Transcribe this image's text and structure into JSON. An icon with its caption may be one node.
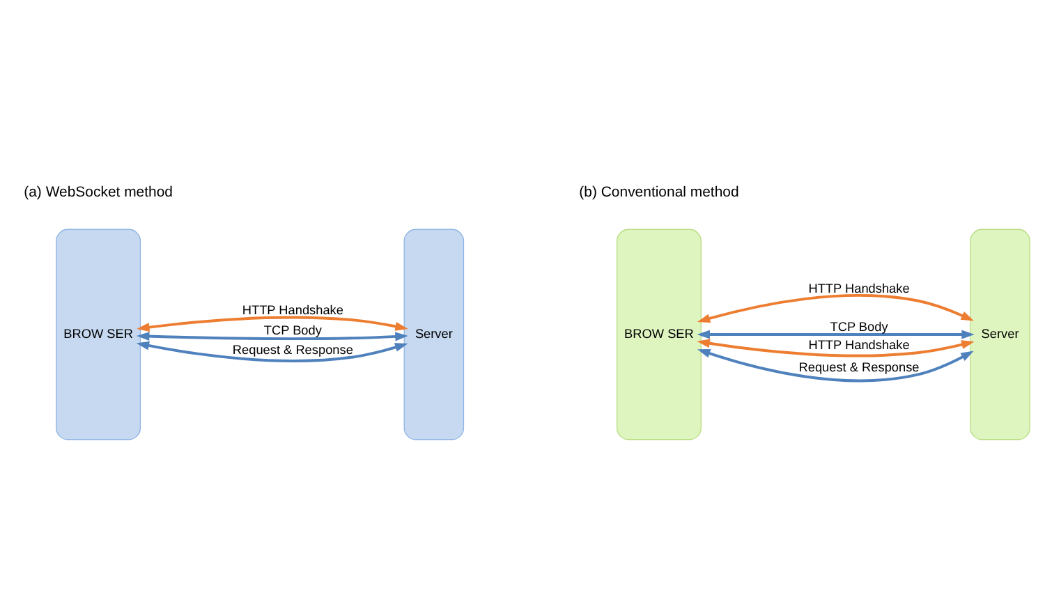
{
  "diagram": {
    "nodes": [
      {
        "text": [
          "BROW SER"
        ]
      },
      {
        "text": [
          "Server"
        ]
      },
      {
        "text": [
          "BROW SER"
        ]
      },
      {
        "text": [
          "Server"
        ]
      }
    ],
    "edges": [
      {
        "from": 0,
        "to": 1,
        "arrow": "both",
        "label": "HTTP Handshake",
        "color": "#ed7d31"
      },
      {
        "from": 0,
        "to": 1,
        "arrow": "both",
        "label": "TCP Body"
      },
      {
        "from": 0,
        "to": 1,
        "arrow": "both",
        "label": "Request & Response"
      },
      {
        "from": 2,
        "to": 3,
        "arrow": "both",
        "label": "HTTP Handshake",
        "color": "#ed7d31"
      },
      {
        "from": 2,
        "to": 3,
        "arrow": "both",
        "label": "TCP Body"
      },
      {
        "from": 2,
        "to": 3,
        "arrow": "both",
        "label": "HTTP Handshake",
        "color": "#ed7d31"
      },
      {
        "from": 2,
        "to": 3,
        "arrow": "both",
        "label": "Request & Response"
      }
    ],
    "labels": [
      "(a) WebSocket method",
      "(b) Conventional method"
    ]
  }
}
